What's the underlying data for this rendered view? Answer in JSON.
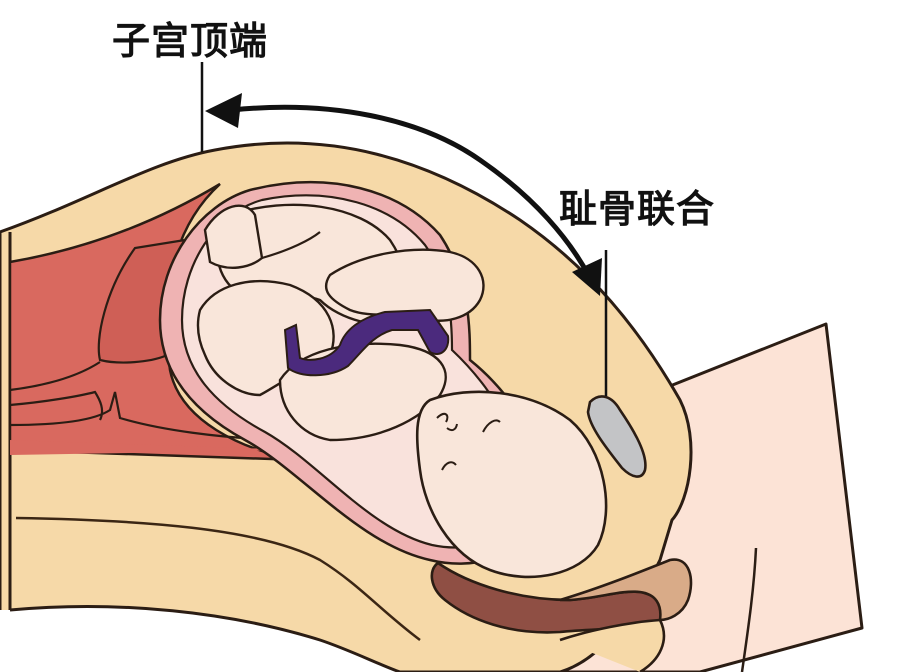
{
  "diagram": {
    "type": "anatomical-cross-section",
    "subject": "pregnant abdomen, sagittal view with fetus in uterus",
    "labels": {
      "fundus": "子宫顶端",
      "pubic_symphysis": "耻骨联合"
    },
    "annotations": [
      {
        "id": "fundus-pointer",
        "kind": "line",
        "from_label": "fundus",
        "to": "top of uterus"
      },
      {
        "id": "symphysis-pointer",
        "kind": "line",
        "from_label": "pubic_symphysis",
        "to": "pubic bone"
      },
      {
        "id": "fundal-height-arrow",
        "kind": "double-headed-curved-arrow",
        "between": [
          "fundus",
          "pubic_symphysis"
        ]
      }
    ],
    "colors": {
      "background": "#ffffff",
      "outline": "#2b1d14",
      "skin_fat_layer": "#f6d9a8",
      "muscle_organs": "#d9695f",
      "muscle_dark": "#c85a50",
      "uterus_wall": "#efb3b3",
      "amniotic": "#f9e2dc",
      "fetus_skin": "#f9e6da",
      "umbilical_cord": "#4b2a7d",
      "pubic_bone": "#c3c4c6",
      "thigh_skin": "#fce3d6",
      "vagina_canal": "#8f4f44",
      "perineum": "#d9ab88",
      "arrow": "#111111"
    }
  }
}
